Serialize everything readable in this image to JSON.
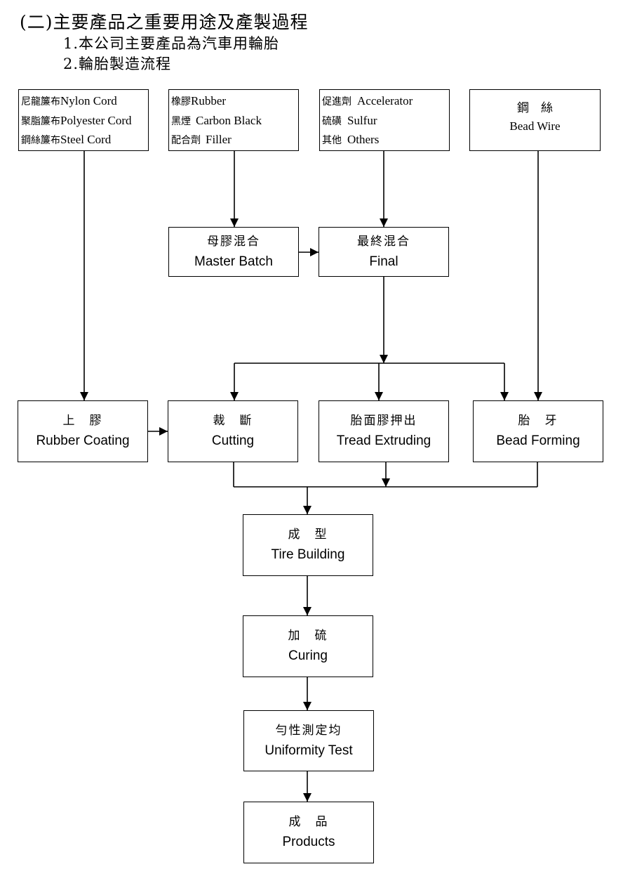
{
  "heading": {
    "title": "(二)主要產品之重要用途及產製過程",
    "item1": "1.本公司主要產品為汽車用輪胎",
    "item2": "2.輪胎製造流程"
  },
  "materials": {
    "cords": [
      {
        "zh": "尼龍簾布",
        "en": "Nylon Cord"
      },
      {
        "zh": "聚脂簾布",
        "en": "Polyester Cord"
      },
      {
        "zh": "鋼絲簾布",
        "en": "Steel Cord"
      }
    ],
    "rubber": [
      {
        "zh": "橡膠",
        "en": "Rubber"
      },
      {
        "zh": "黑煙",
        "en": "Carbon Black"
      },
      {
        "zh": "配合劑",
        "en": "Filler"
      }
    ],
    "chemicals": [
      {
        "zh": "促進劑",
        "en": "Accelerator"
      },
      {
        "zh": "硫磺",
        "en": "Sulfur"
      },
      {
        "zh": "其他",
        "en": "Others"
      }
    ],
    "bead_wire": {
      "zh": "鋼　絲",
      "en": "Bead Wire"
    }
  },
  "steps": {
    "master_batch": {
      "zh": "母膠混合",
      "en": "Master Batch"
    },
    "final": {
      "zh": "最終混合",
      "en": "Final"
    },
    "rubber_coating": {
      "zh": "上　膠",
      "en": "Rubber Coating"
    },
    "cutting": {
      "zh": "裁　斷",
      "en": "Cutting"
    },
    "tread_extruding": {
      "zh": "胎面膠押出",
      "en": "Tread Extruding"
    },
    "bead_forming": {
      "zh": "胎　牙",
      "en": "Bead Forming"
    },
    "tire_building": {
      "zh": "成　型",
      "en": "Tire Building"
    },
    "curing": {
      "zh": "加　硫",
      "en": "Curing"
    },
    "uniformity_test": {
      "zh": "勻性測定均",
      "en": "Uniformity Test"
    },
    "products": {
      "zh": "成　品",
      "en": "Products"
    }
  }
}
